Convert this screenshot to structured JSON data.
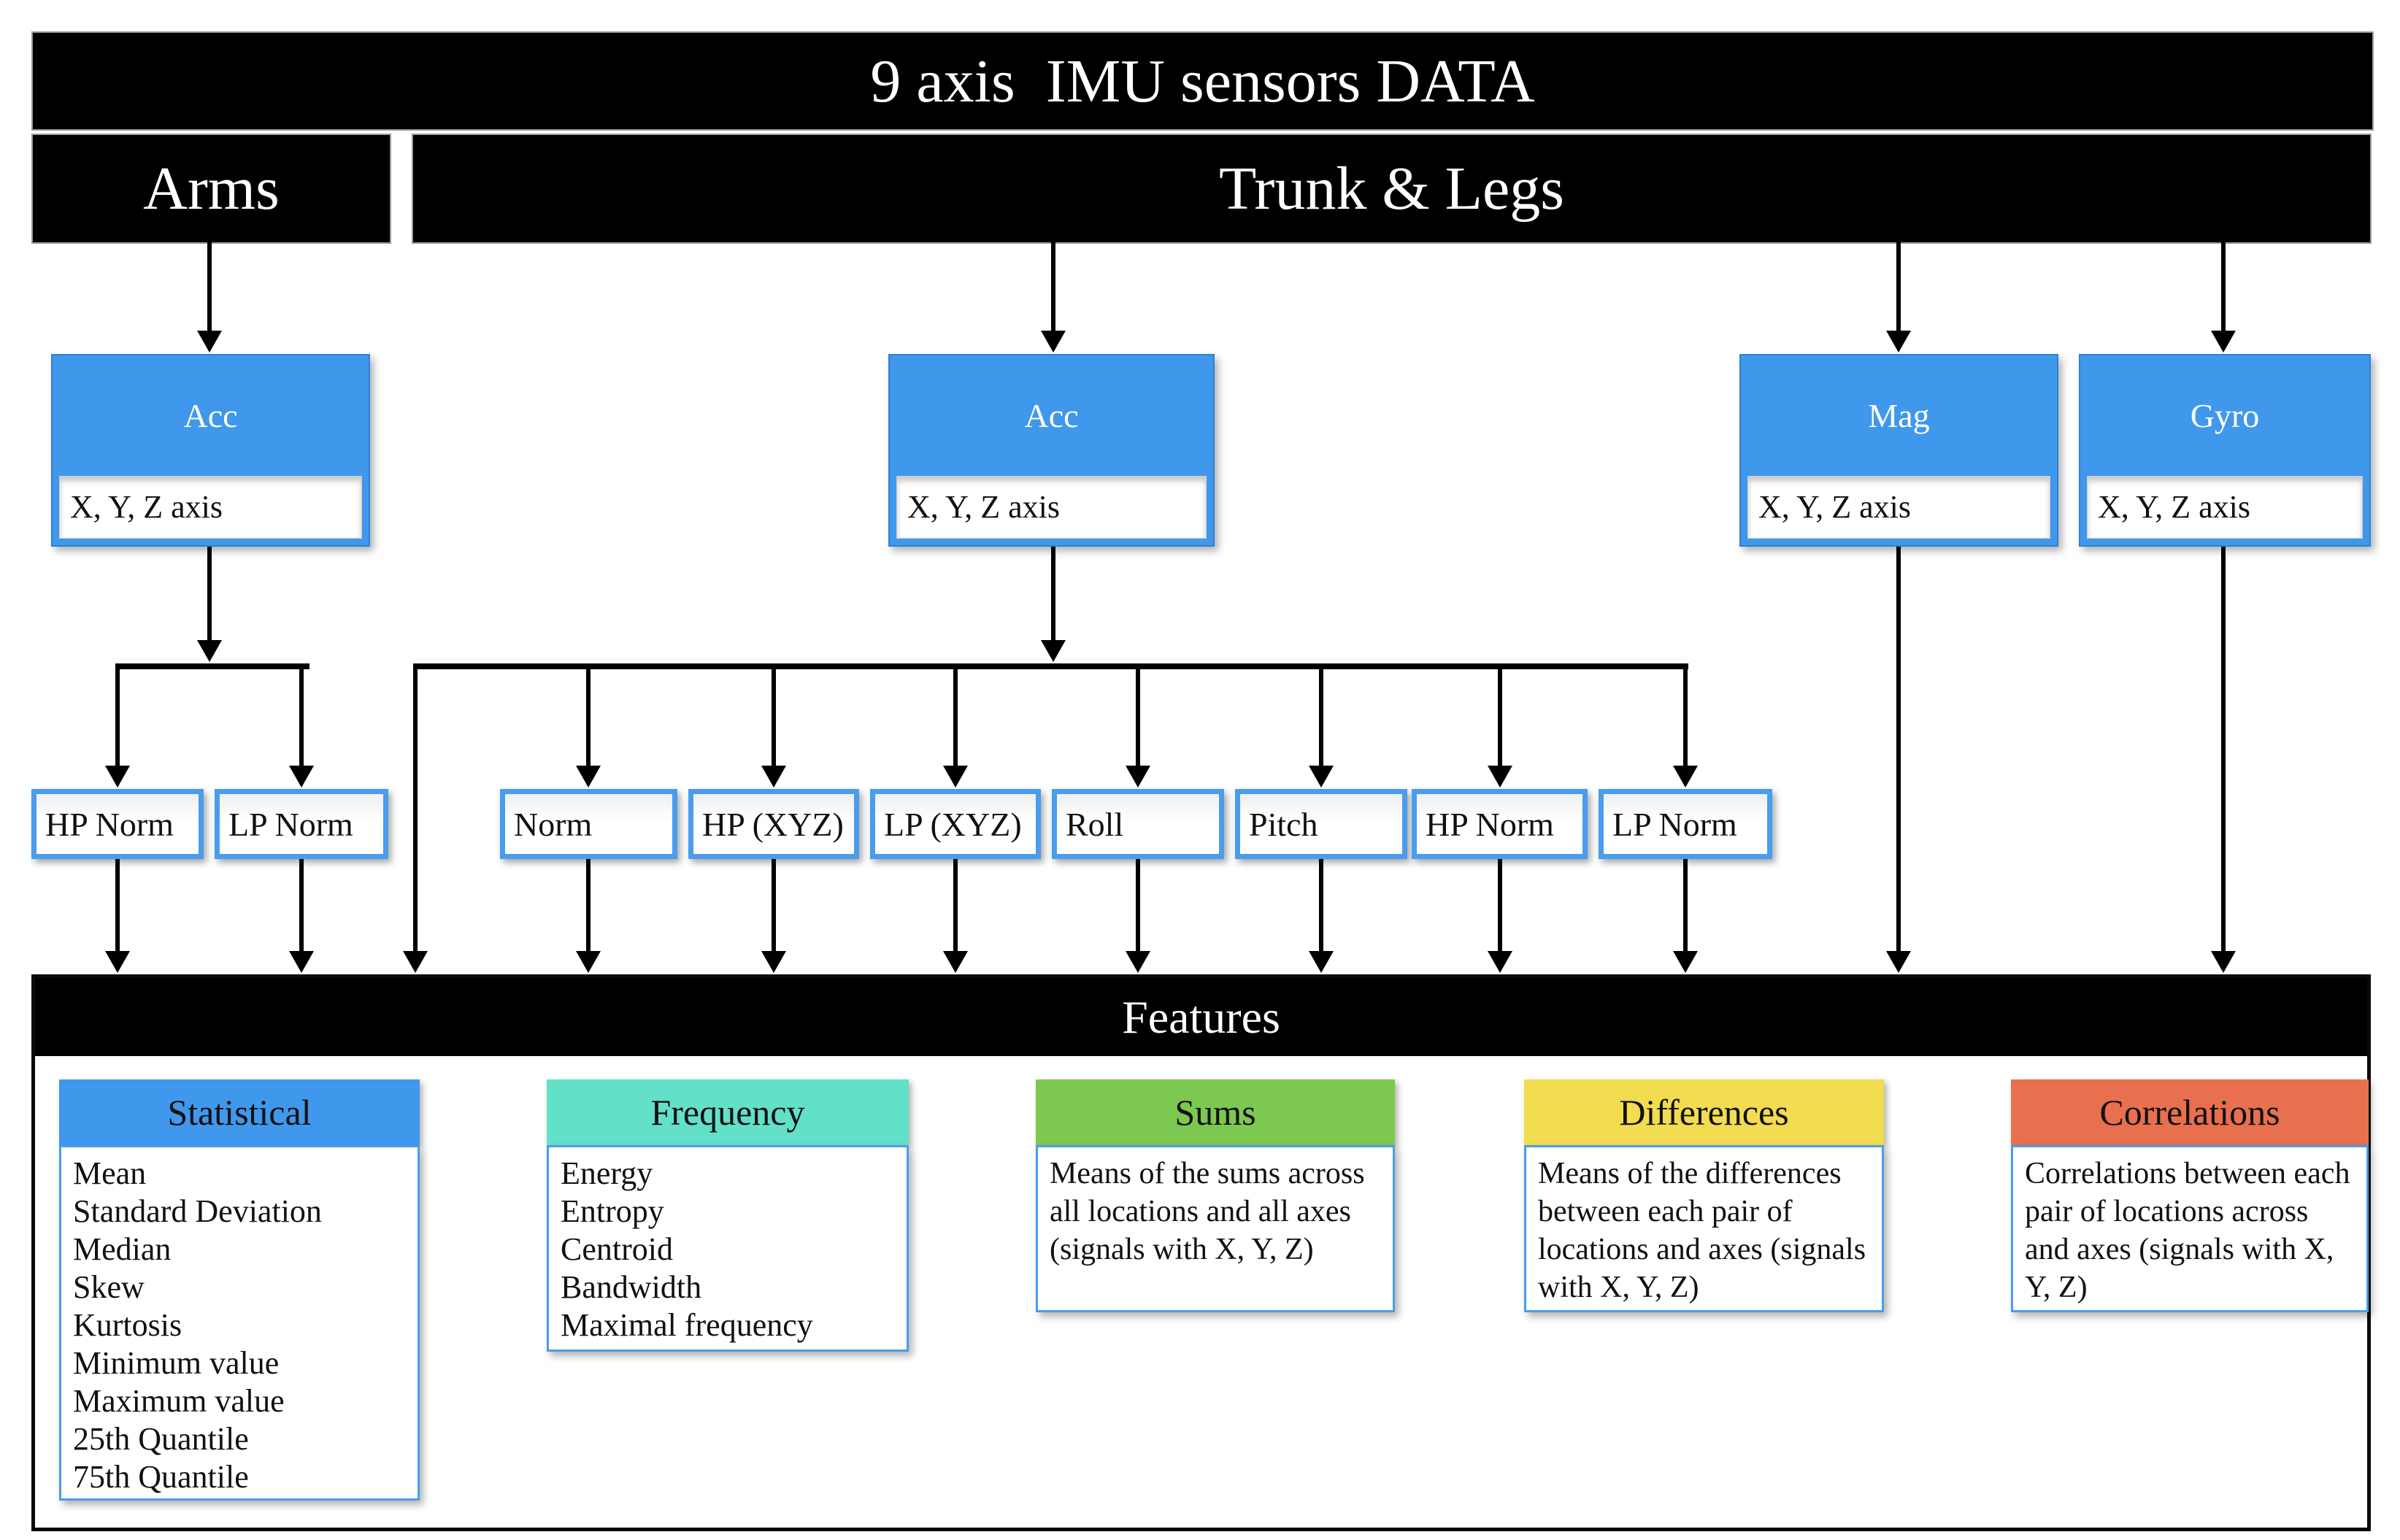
{
  "header": {
    "title": "9 axis  IMU sensors DATA"
  },
  "groups": {
    "arms": "Arms",
    "trunk_legs": "Trunk & Legs"
  },
  "sensors": [
    {
      "label": "Acc",
      "axis": "X, Y, Z axis"
    },
    {
      "label": "Acc",
      "axis": "X, Y, Z axis"
    },
    {
      "label": "Mag",
      "axis": "X, Y, Z axis"
    },
    {
      "label": "Gyro",
      "axis": "X, Y, Z axis"
    }
  ],
  "signals": {
    "arms": [
      "HP Norm",
      "LP Norm"
    ],
    "trunk": [
      "Norm",
      "HP (XYZ)",
      "LP (XYZ)",
      "Roll",
      "Pitch",
      "HP Norm",
      "LP Norm"
    ]
  },
  "features": {
    "label": "Features",
    "categories": [
      {
        "name": "Statistical",
        "color": "#4098EC",
        "items": [
          "Mean",
          "Standard Deviation",
          "Median",
          "Skew",
          "Kurtosis",
          "Minimum value",
          "Maximum value",
          "25th Quantile",
          "75th Quantile"
        ]
      },
      {
        "name": "Frequency",
        "color": "#63E0C8",
        "items": [
          "Energy",
          "Entropy",
          "Centroid",
          "Bandwidth",
          "Maximal frequency"
        ]
      },
      {
        "name": "Sums",
        "color": "#7CC851",
        "description": "Means of the sums across all locations and all axes (signals with X, Y, Z)"
      },
      {
        "name": "Differences",
        "color": "#F2DC4F",
        "description": "Means of the differences between each pair of locations and axes (signals with X, Y, Z)"
      },
      {
        "name": "Correlations",
        "color": "#E8704F",
        "description": "Correlations between each pair of locations across and axes (signals with X, Y, Z)"
      }
    ]
  },
  "palette": {
    "sensor_blue": "#4098EC",
    "box_border_blue": "#4A9CEC",
    "bar_black": "#000000"
  }
}
